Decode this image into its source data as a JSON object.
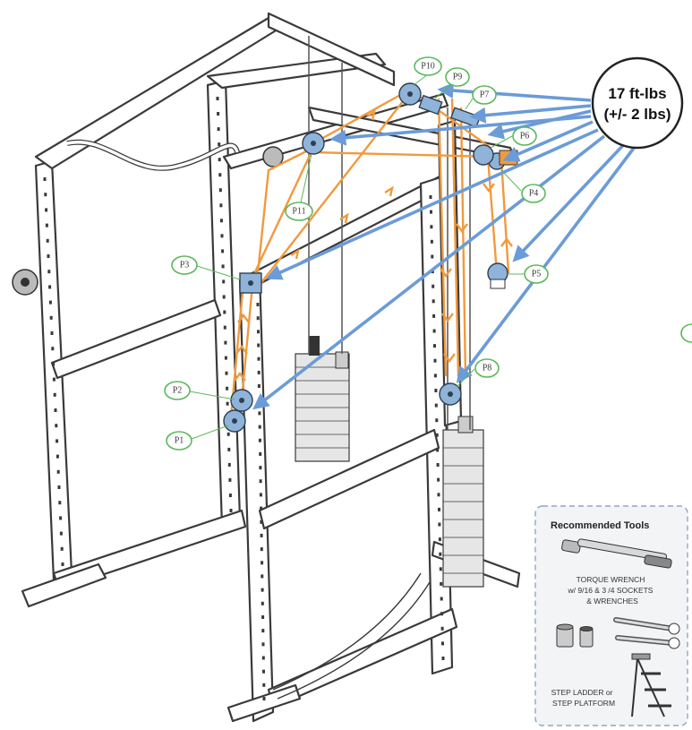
{
  "torque_callout": {
    "line1": "17 ft-lbs",
    "line2": "(+/- 2 lbs)"
  },
  "pulley_labels": [
    {
      "id": "P1",
      "label": "P1"
    },
    {
      "id": "P2",
      "label": "P2"
    },
    {
      "id": "P3",
      "label": "P3"
    },
    {
      "id": "P4",
      "label": "P4"
    },
    {
      "id": "P5",
      "label": "P5"
    },
    {
      "id": "P6",
      "label": "P6"
    },
    {
      "id": "P7",
      "label": "P7"
    },
    {
      "id": "P8",
      "label": "P8"
    },
    {
      "id": "P9",
      "label": "P9"
    },
    {
      "id": "P10",
      "label": "P10"
    },
    {
      "id": "P11",
      "label": "P11"
    }
  ],
  "tools": {
    "title": "Recommended Tools",
    "wrench_line1": "TORQUE WRENCH",
    "wrench_line2": "w/ 9/16 & 3 /4 SOCKETS",
    "wrench_line3": "& WRENCHES",
    "ladder_line1": "STEP LADDER or",
    "ladder_line2": "STEP PLATFORM"
  },
  "colors": {
    "cable": "#f09a3e",
    "pointer_arrow": "#6b9bd8",
    "pulley": "#8fb3d9",
    "label_ring": "#5cb85c"
  }
}
